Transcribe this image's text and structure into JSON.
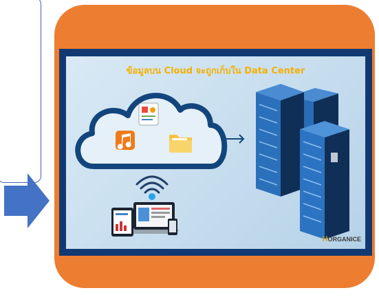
{
  "slide": {
    "title": "ข้อมูลบน Cloud จะถูกเก็บใน Data Center",
    "brand_initial": "H",
    "brand_rest": "ORGANICE",
    "icons": [
      "document-chart-icon",
      "music-app-icon",
      "folder-icon",
      "wifi-icon",
      "server-rack-icon",
      "tablet-icon",
      "laptop-icon",
      "phone-icon",
      "arrow-right-icon"
    ]
  },
  "colors": {
    "card": "#ed7d31",
    "frame": "#123a72",
    "arrow": "#4472c4",
    "title": "#f5b000"
  }
}
